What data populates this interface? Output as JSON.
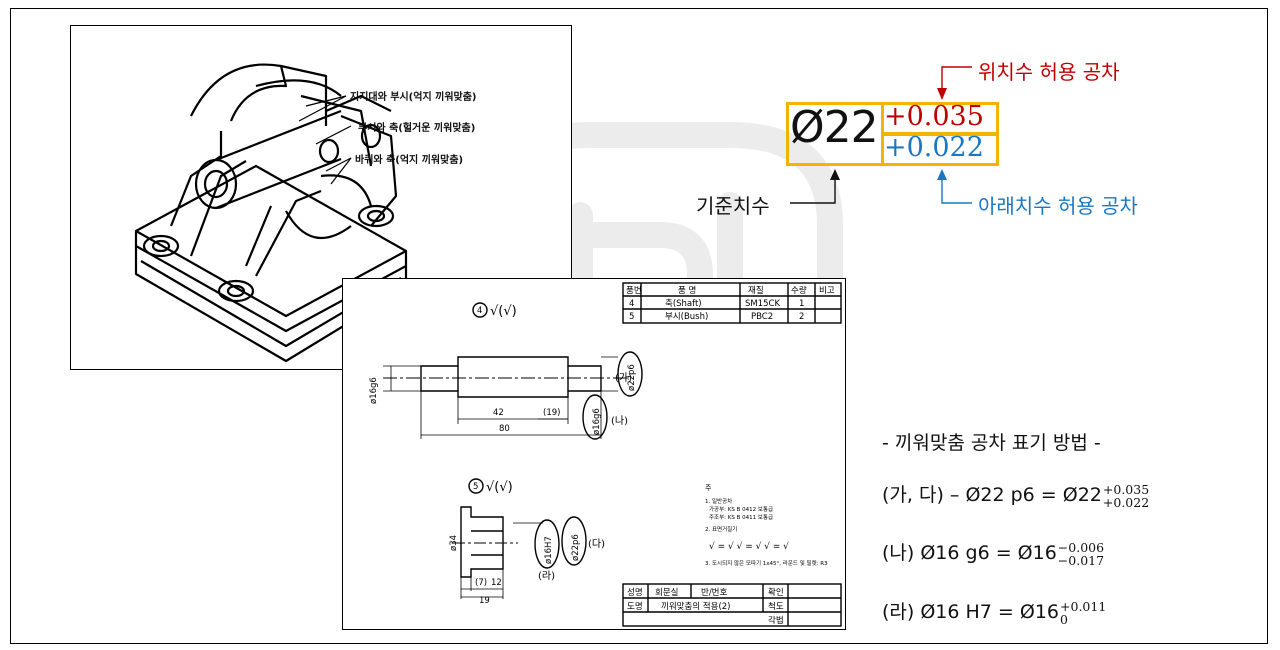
{
  "iso_labels": [
    "지지대와 부시(억지 끼워맞춤)",
    "부시와 축(헐거운 끼워맞춤)",
    "바퀴와 축(억지 끼워맞춤)"
  ],
  "parts_table": {
    "headers": [
      "품번",
      "품    명",
      "재질",
      "수량",
      "비고"
    ],
    "rows": [
      [
        "4",
        "축(Shaft)",
        "SM15CK",
        "1",
        ""
      ],
      [
        "5",
        "부시(Bush)",
        "PBC2",
        "2",
        ""
      ]
    ]
  },
  "title_block": {
    "row1": [
      "성명",
      "회문실",
      "반/번호",
      "확인"
    ],
    "row2": [
      "도명",
      "끼워맞춤의 적용(2)",
      "척도"
    ],
    "row3": [
      "각법"
    ]
  },
  "drawing": {
    "part4_marker": "4",
    "part5_marker": "5",
    "finish_symbol": "√(√)",
    "dim_phi16g6": "ø16g6",
    "dim_42": "42",
    "dim_19": "(19)",
    "dim_80": "80",
    "dim_phi22p6_a": "ø22p6",
    "dim_phi16g6_b": "ø16g6",
    "mark_ga": "(가)",
    "mark_na": "(나)",
    "dim_phi34": "ø34",
    "dim_7": "(7)",
    "dim_12": "12",
    "dim_19b": "19",
    "dim_phi16H7": "ø16H7",
    "dim_phi22p6_b": "ø22p6",
    "mark_da": "(다)",
    "mark_ra": "(라)",
    "notes_title": "주",
    "notes": [
      "1. 일반공차",
      "가공부: KS B 0412 보통급",
      "주조부: KS B 0411 보통급",
      "2. 표면거칠기",
      "3. 도시되지 않은 모따기 1x45°, 라운드 및 필렛: R3"
    ],
    "roughness_legend": "√ = √   √ = √   √ = √"
  },
  "tolerance": {
    "base": "Ø22",
    "upper": "+0.035",
    "lower": "+0.022",
    "upper_label": "위치수 허용 공차",
    "lower_label": "아래치수 허용 공차",
    "base_label": "기준치수"
  },
  "notes_panel": {
    "heading": "- 끼워맞춤 공차 표기 방법 -",
    "lines": [
      {
        "prefix": "(가, 다) – Ø22 p6 = Ø22",
        "upper": "+0.035",
        "lower": "+0.022"
      },
      {
        "prefix": "(나) Ø16 g6 = Ø16",
        "upper": "−0.006",
        "lower": "−0.017"
      },
      {
        "prefix": "(라) Ø16 H7 = Ø16",
        "upper": "+0.011",
        "lower": "0"
      }
    ]
  },
  "colors": {
    "highlight_box": "#f2b400",
    "upper_color": "#c00000",
    "lower_color": "#1a78c2"
  }
}
